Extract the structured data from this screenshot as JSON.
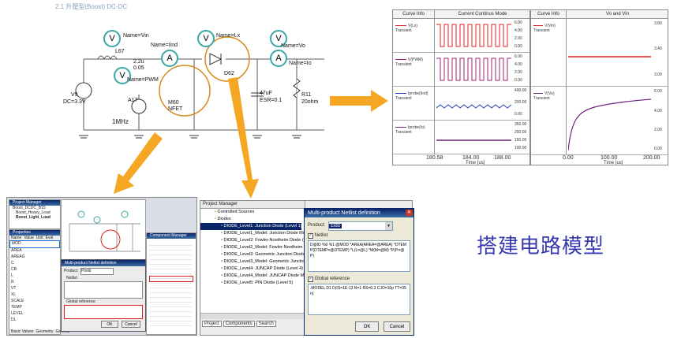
{
  "schematic": {
    "title": "2.1 升壓型(Boost) DC-DC",
    "probes": {
      "vin": "Name=Vin",
      "iind": "Name=Iind",
      "lx": "Name=Lx",
      "vo": "Name=Vo",
      "io": "Name=Io",
      "pwm": "Name=PWM"
    },
    "meter_v": "V",
    "meter_a": "A",
    "components": {
      "l67": "L67",
      "l67_val": "2.2u",
      "l67_r": "0.05",
      "v9": "V9",
      "v9_val": "DC=3.3V",
      "a17": "A17",
      "freq": "1MHz",
      "m60": "M60",
      "m60_type": "NFET",
      "d62": "D62",
      "cap": "47uF",
      "esr": "ESR=0.1",
      "r11": "R11",
      "r11_val": "20ohm"
    }
  },
  "waveform_left": {
    "header_curve": "Curve Info",
    "header_mode": "Current Continus Mode",
    "traces": [
      {
        "name": "V(Lx)",
        "sub": "Transient",
        "color": "#e02020",
        "ticks": [
          "6.00",
          "4.00",
          "2.00",
          "0.00"
        ]
      },
      {
        "name": "V(PWM)",
        "sub": "Transient",
        "color": "#a02070",
        "ticks": [
          "6.00",
          "4.00",
          "2.00",
          "0.00"
        ]
      },
      {
        "name": "Iprobe(Iind)",
        "sub": "Transient",
        "color": "#2040c0",
        "ticks": [
          "400.00",
          "200.00",
          "0.00"
        ]
      },
      {
        "name": "Iprobe(Io)",
        "sub": "Transient",
        "color": "#702080",
        "ticks": [
          "350.00",
          "250.00",
          "150.00",
          "100.00"
        ]
      }
    ],
    "x_ticks": [
      "180.58",
      "184.00",
      "188.00"
    ],
    "x_label": "Time [us]"
  },
  "waveform_right": {
    "header_curve": "Curve Info",
    "header_mode": "Vo and Vin",
    "traces": [
      {
        "name": "V(Vin)",
        "sub": "Transient",
        "color": "#e02020",
        "ticks": [
          "3.80",
          "3.40",
          "3.00"
        ]
      },
      {
        "name": "V(Vo)",
        "sub": "Transient",
        "color": "#702080",
        "ticks": [
          "6.00",
          "4.00",
          "2.00",
          "0.00"
        ]
      }
    ],
    "x_ticks": [
      "0.00",
      "100.00",
      "200.00"
    ],
    "x_label": "Time [us]"
  },
  "app_left": {
    "project_manager": "Project Manager",
    "tree": [
      "Boost_DCDC_B15",
      "Boost_Heavy_Load",
      "Boost_Light_Load"
    ],
    "properties": "Properties",
    "prop_cols": [
      "Name",
      "Value",
      "Unit",
      "Eval"
    ],
    "prop_rows": [
      "MOD",
      "AREA",
      "AREAG",
      "C",
      "CB",
      "L",
      "R",
      "VT",
      "XL",
      "SCALE",
      "TEMP",
      "LEVEL",
      "DL"
    ],
    "dialog_title": "Multi-product Netlist definition",
    "product_label": "Product:",
    "product_value": "Ptnlib",
    "netlist_label": "Netlist",
    "global_label": "Global reference",
    "ok": "OK",
    "cancel": "Cancel",
    "component_manager": "Component Manager",
    "tabs": [
      "Basic Values",
      "Geometry",
      "General"
    ]
  },
  "app_mid": {
    "project_manager": "Project Manager",
    "tree": [
      "Controlled Sources",
      "Diodes",
      "DIODE_Level1: Junction Diode (Level 1)",
      "DIODE_Level1_Model: Junction Diode Model",
      "DIODE_Level2: Fowler-Nordheim Diode (Level 2)",
      "DIODE_Level2_Model: Fowler-Nordheim Diode",
      "DIODE_Level3: Geometric Junction Diode (Le",
      "DIODE_Level3_Model: Geometric Junction Di",
      "DIODE_Level4: JUNCAP Diode (Level 4)",
      "DIODE_Level4_Model: JUNCAP Diode Mode",
      "DIODE_Level5: PIN Diode (Level 5)"
    ],
    "tabs": [
      "Project",
      "Components",
      "Search"
    ]
  },
  "dialog_big": {
    "title": "Multi-product Netlist definition",
    "product_label": "Product:",
    "product_value": "Eldo",
    "netlist_label": "Netlist",
    "netlist_text": "D@ID %0 %1 @MOD *AREA(AREA=@AREA) *DTEMP(DTEMP=@DTEMP) *L(L=@L) *M(M=@M) *P(P=@P)",
    "global_label": "Global reference",
    "global_text": ".MODEL D1 D(IS=1E-13 N=1 RS=0.3 CJO=10p TT=35n)",
    "ok": "OK",
    "cancel": "Cancel"
  },
  "caption": "搭建电路模型",
  "colors": {
    "orange": "#f5a623",
    "circle": "#d58a1a",
    "schematic_line": "#5a5a5a",
    "meter": "#3aa6a6"
  }
}
